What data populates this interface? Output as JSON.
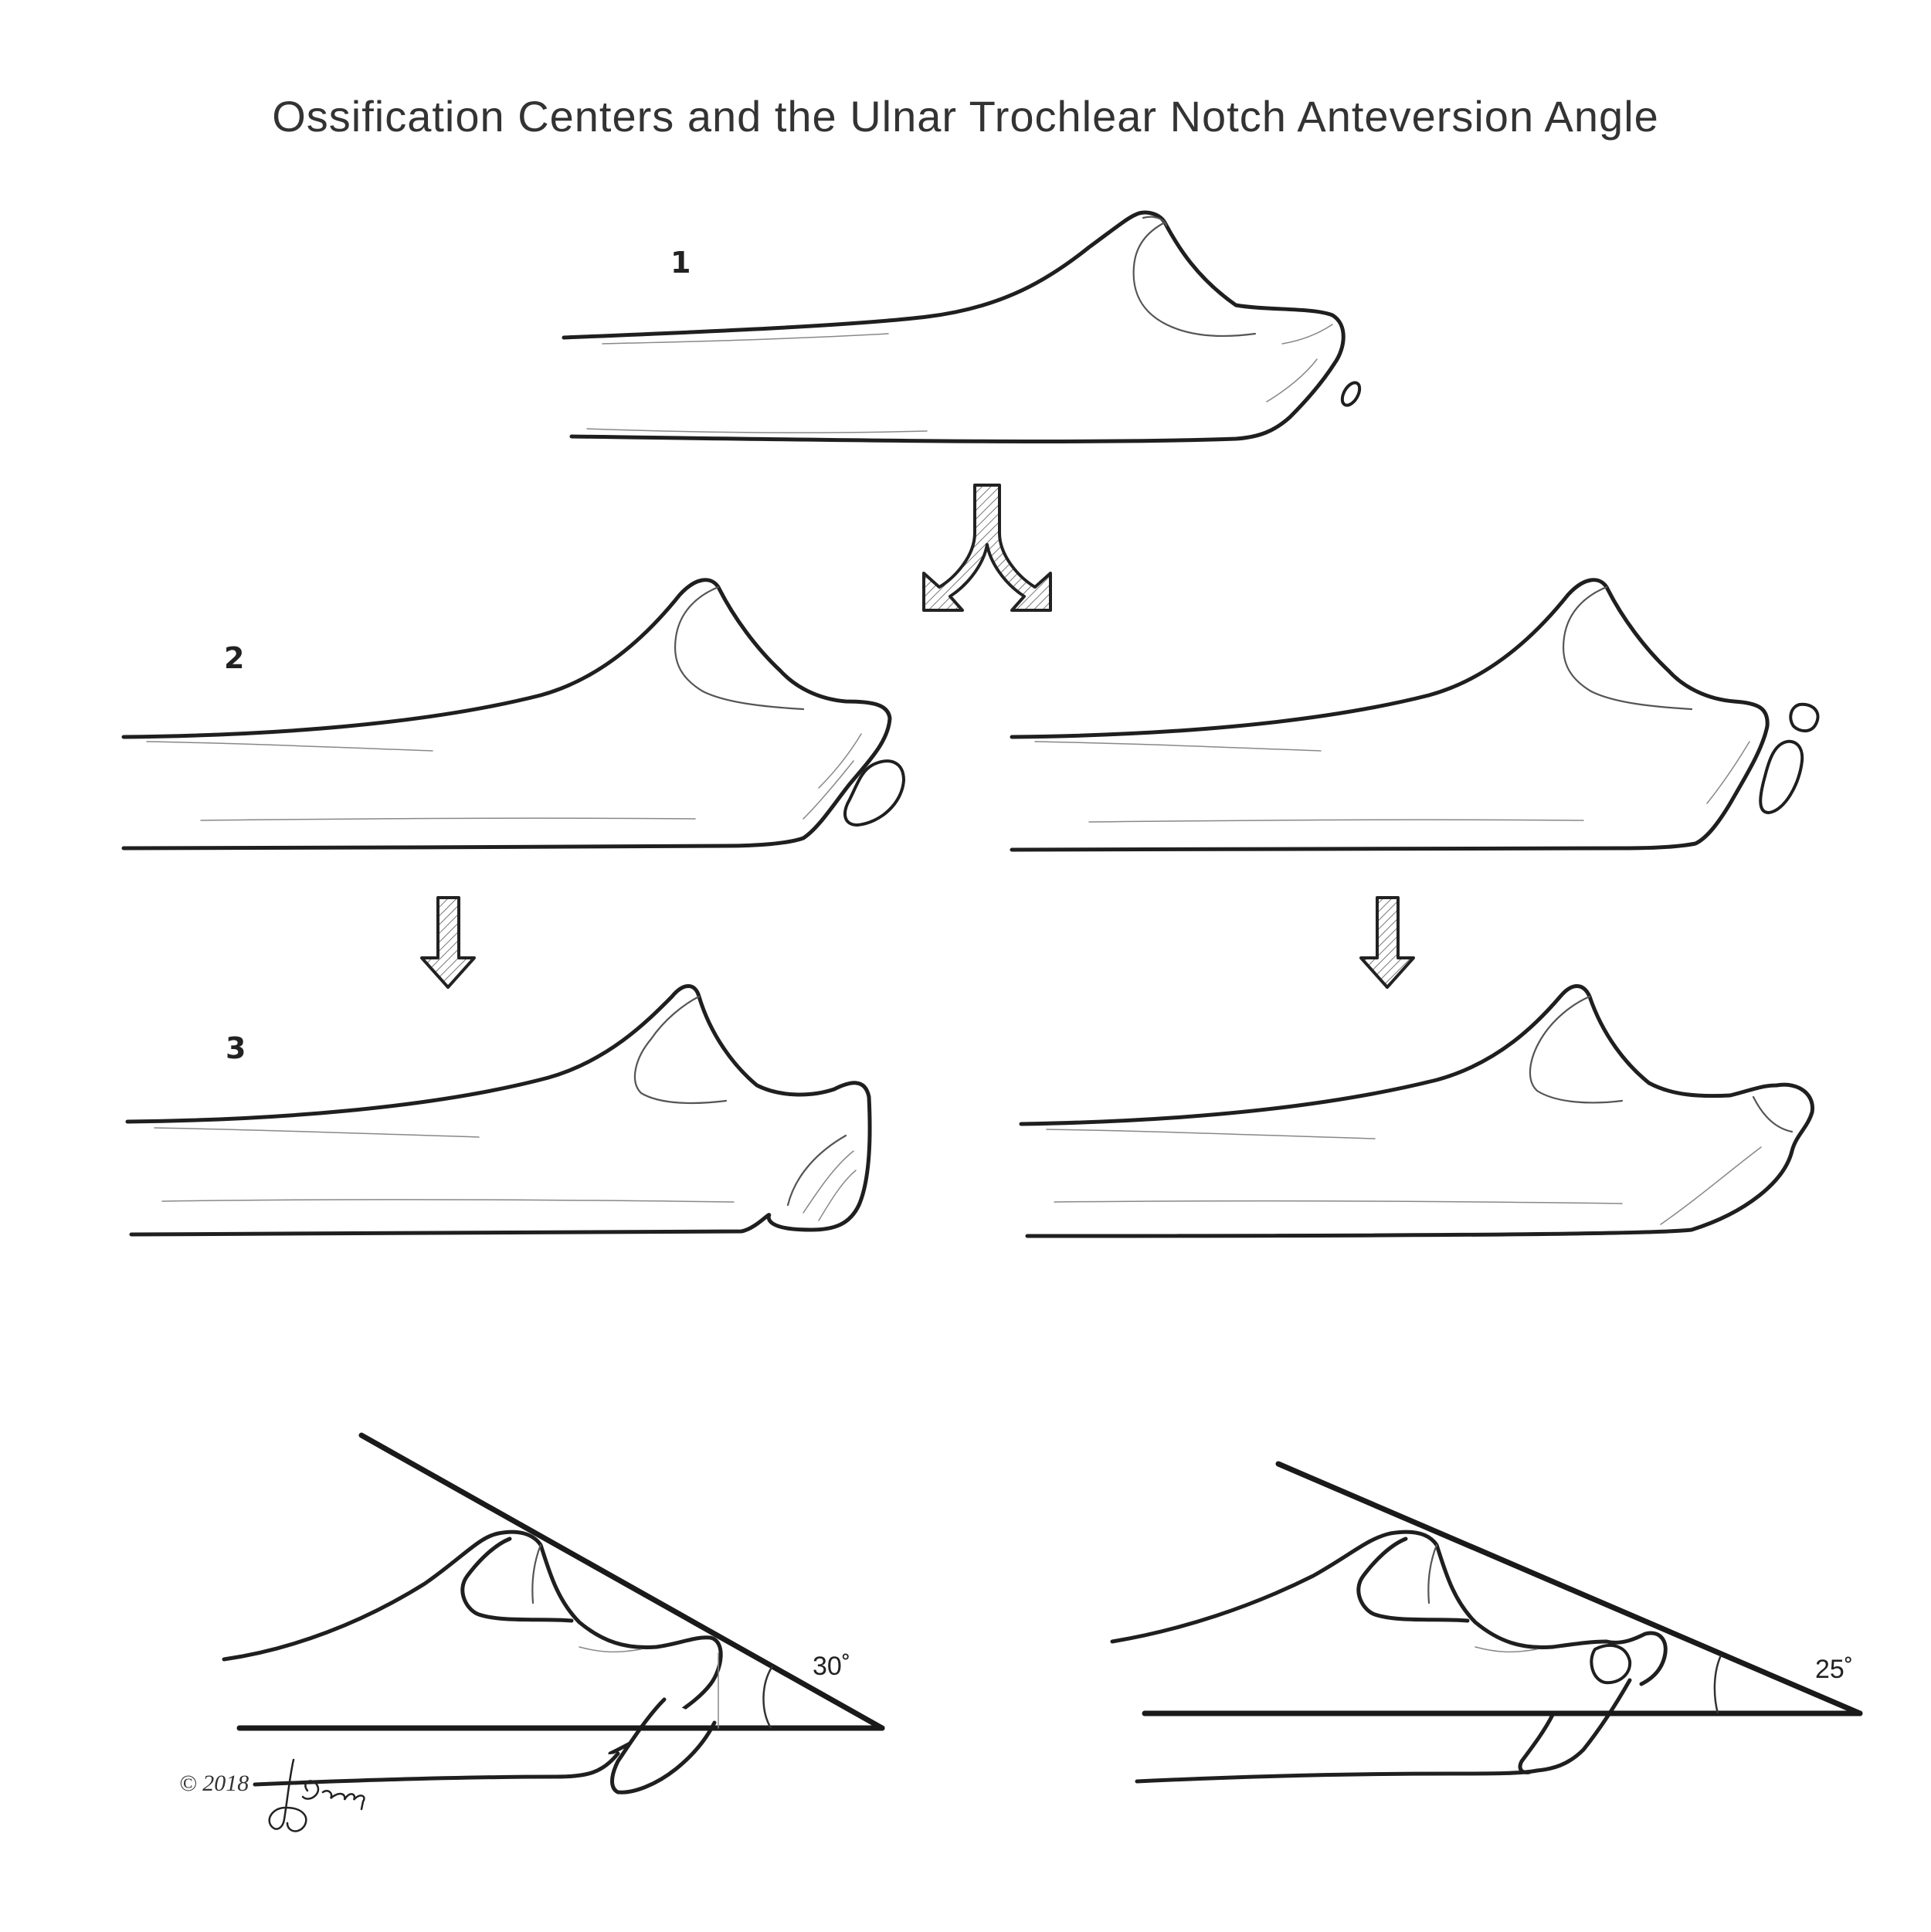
{
  "title": "Ossification Centers and the Ulnar Trochlear Notch Anteversion Angle",
  "steps": {
    "one": "1",
    "two": "2",
    "three": "3"
  },
  "angles": {
    "left": "30˚",
    "right": "25˚"
  },
  "copyright": "© 2018",
  "signature": "JSelegna",
  "colors": {
    "line": "#1f1f1f",
    "background": "#ffffff",
    "text": "#333333"
  }
}
